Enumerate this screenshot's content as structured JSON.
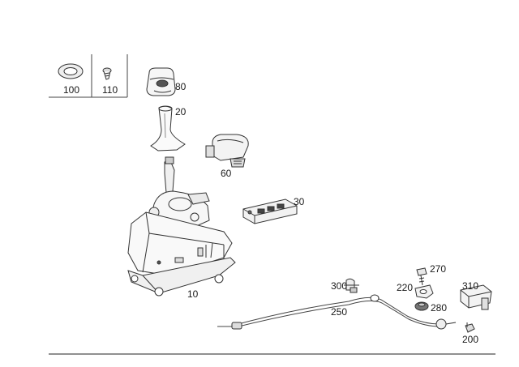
{
  "parts": [
    {
      "id": "p100",
      "number": "100"
    },
    {
      "id": "p110",
      "number": "110"
    },
    {
      "id": "p80",
      "number": "80"
    },
    {
      "id": "p20",
      "number": "20"
    },
    {
      "id": "p60",
      "number": "60"
    },
    {
      "id": "p30",
      "number": "30"
    },
    {
      "id": "p10",
      "number": "10"
    },
    {
      "id": "p270",
      "number": "270"
    },
    {
      "id": "p300",
      "number": "300"
    },
    {
      "id": "p220",
      "number": "220"
    },
    {
      "id": "p310",
      "number": "310"
    },
    {
      "id": "p250",
      "number": "250"
    },
    {
      "id": "p280",
      "number": "280"
    },
    {
      "id": "p200",
      "number": "200"
    }
  ]
}
